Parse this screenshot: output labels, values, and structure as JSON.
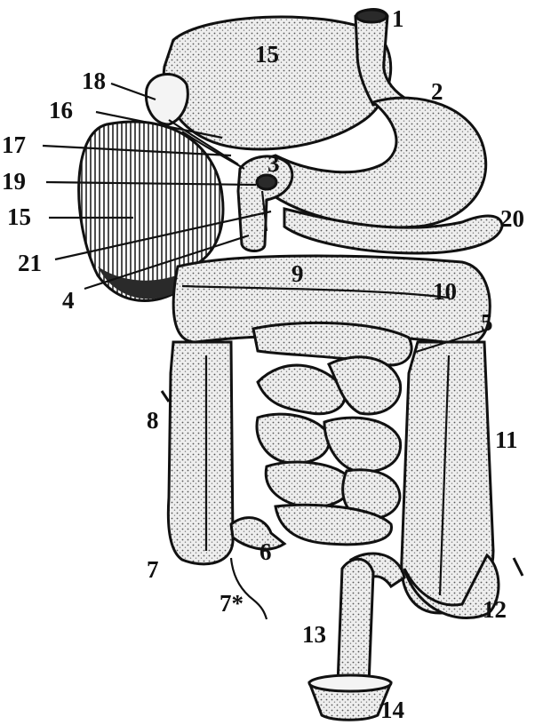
{
  "labels": [
    {
      "id": "1",
      "text": "1"
    },
    {
      "id": "2",
      "text": "2"
    },
    {
      "id": "3",
      "text": "3"
    },
    {
      "id": "4",
      "text": "4"
    },
    {
      "id": "5",
      "text": "5"
    },
    {
      "id": "6",
      "text": "6"
    },
    {
      "id": "7",
      "text": "7"
    },
    {
      "id": "7s",
      "text": "7*"
    },
    {
      "id": "8",
      "text": "8"
    },
    {
      "id": "9",
      "text": "9"
    },
    {
      "id": "10",
      "text": "10"
    },
    {
      "id": "11",
      "text": "11"
    },
    {
      "id": "12",
      "text": "12"
    },
    {
      "id": "13",
      "text": "13"
    },
    {
      "id": "14",
      "text": "14"
    },
    {
      "id": "15a",
      "text": "15"
    },
    {
      "id": "15b",
      "text": "15"
    },
    {
      "id": "16",
      "text": "16"
    },
    {
      "id": "17",
      "text": "17"
    },
    {
      "id": "18",
      "text": "18"
    },
    {
      "id": "19",
      "text": "19"
    },
    {
      "id": "20",
      "text": "20"
    },
    {
      "id": "21",
      "text": "21"
    }
  ]
}
